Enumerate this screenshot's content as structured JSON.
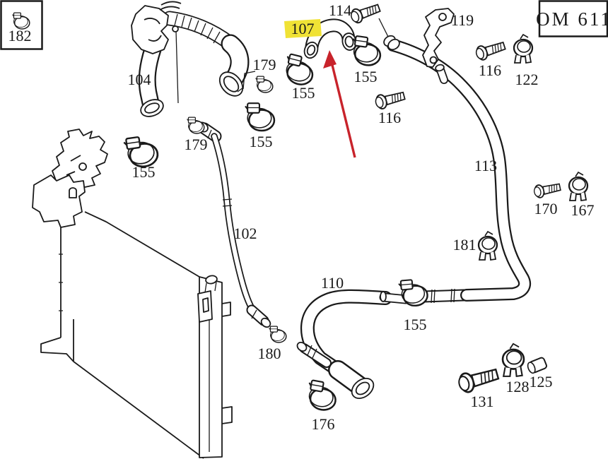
{
  "diagram": {
    "background": "#ffffff",
    "line_color": "#1a1a1a"
  },
  "corner_box": {
    "part_number": "182"
  },
  "engine_code_box": {
    "code": "OM 611"
  },
  "highlighted_part": {
    "part_number": "107",
    "highlight_color": "#f0e235"
  },
  "pointer_arrow": {
    "color": "#c8232b"
  },
  "part_labels": [
    {
      "text": "104"
    },
    {
      "text": "179"
    },
    {
      "text": "155"
    },
    {
      "text": "114"
    },
    {
      "text": "155"
    },
    {
      "text": "119"
    },
    {
      "text": "116"
    },
    {
      "text": "122"
    },
    {
      "text": "116"
    },
    {
      "text": "179"
    },
    {
      "text": "155"
    },
    {
      "text": "155"
    },
    {
      "text": "113"
    },
    {
      "text": "170"
    },
    {
      "text": "167"
    },
    {
      "text": "181"
    },
    {
      "text": "102"
    },
    {
      "text": "110"
    },
    {
      "text": "155"
    },
    {
      "text": "180"
    },
    {
      "text": "176"
    },
    {
      "text": "131"
    },
    {
      "text": "128"
    },
    {
      "text": "125"
    }
  ]
}
